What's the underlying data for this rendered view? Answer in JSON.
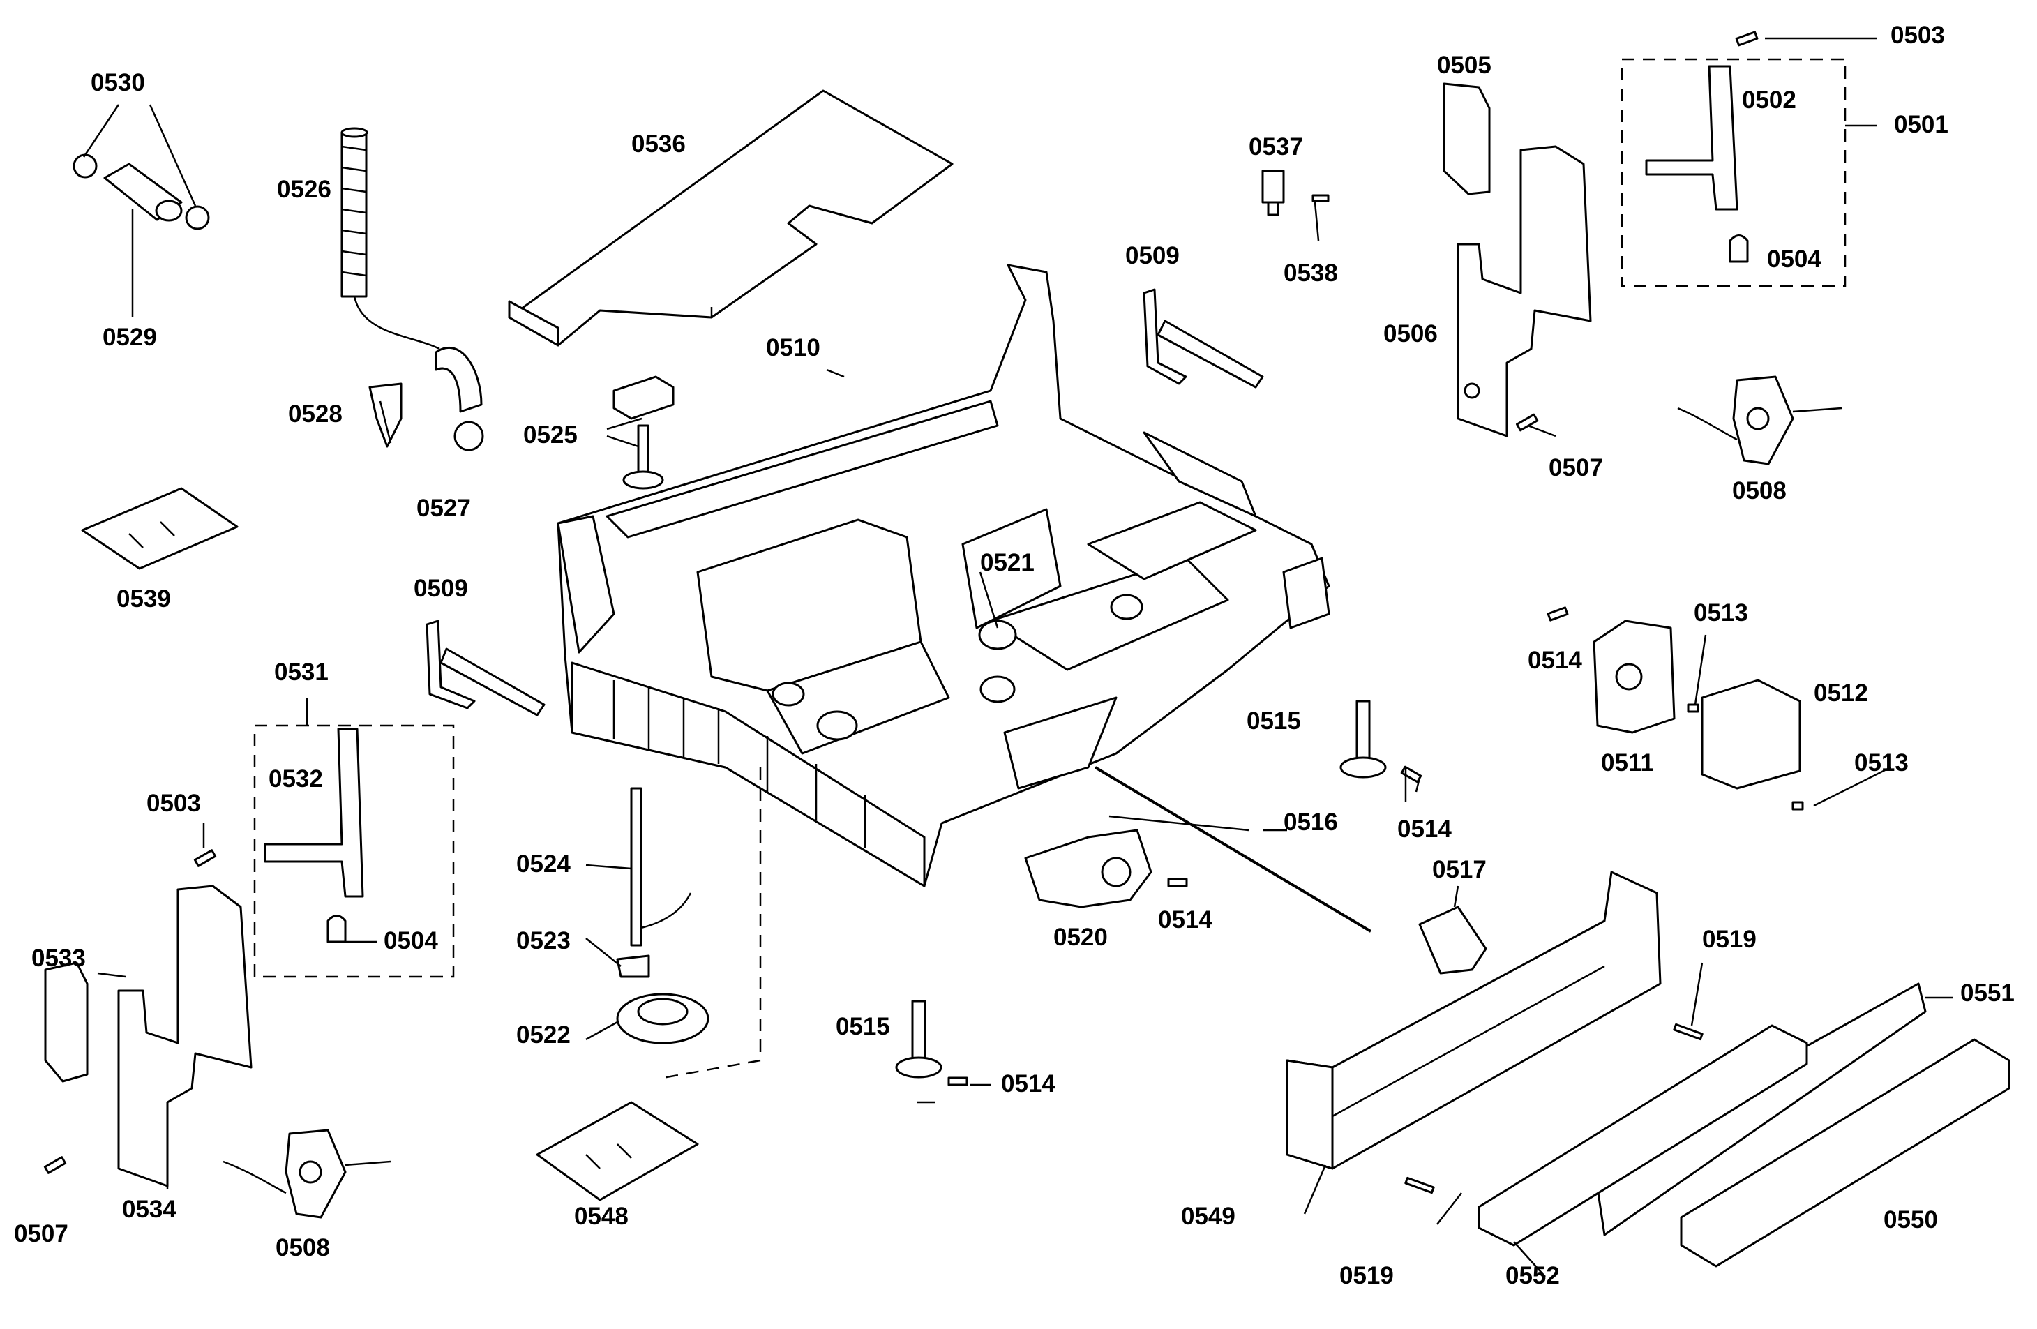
{
  "diagram": {
    "callouts": [
      {
        "id": "c0503a",
        "text": "0503"
      },
      {
        "id": "c0501",
        "text": "0501"
      },
      {
        "id": "c0502",
        "text": "0502"
      },
      {
        "id": "c0504a",
        "text": "0504"
      },
      {
        "id": "c0505",
        "text": "0505"
      },
      {
        "id": "c0506",
        "text": "0506"
      },
      {
        "id": "c0507a",
        "text": "0507"
      },
      {
        "id": "c0508a",
        "text": "0508"
      },
      {
        "id": "c0509a",
        "text": "0509"
      },
      {
        "id": "c0509b",
        "text": "0509"
      },
      {
        "id": "c0510",
        "text": "0510"
      },
      {
        "id": "c0511",
        "text": "0511"
      },
      {
        "id": "c0512",
        "text": "0512"
      },
      {
        "id": "c0513a",
        "text": "0513"
      },
      {
        "id": "c0513b",
        "text": "0513"
      },
      {
        "id": "c0514a",
        "text": "0514"
      },
      {
        "id": "c0514b",
        "text": "0514"
      },
      {
        "id": "c0514c",
        "text": "0514"
      },
      {
        "id": "c0514d",
        "text": "0514"
      },
      {
        "id": "c0515a",
        "text": "0515"
      },
      {
        "id": "c0515b",
        "text": "0515"
      },
      {
        "id": "c0516",
        "text": "0516"
      },
      {
        "id": "c0517",
        "text": "0517"
      },
      {
        "id": "c0519a",
        "text": "0519"
      },
      {
        "id": "c0519b",
        "text": "0519"
      },
      {
        "id": "c0520",
        "text": "0520"
      },
      {
        "id": "c0521",
        "text": "0521"
      },
      {
        "id": "c0522",
        "text": "0522"
      },
      {
        "id": "c0523",
        "text": "0523"
      },
      {
        "id": "c0524",
        "text": "0524"
      },
      {
        "id": "c0525",
        "text": "0525"
      },
      {
        "id": "c0526",
        "text": "0526"
      },
      {
        "id": "c0527",
        "text": "0527"
      },
      {
        "id": "c0528",
        "text": "0528"
      },
      {
        "id": "c0529",
        "text": "0529"
      },
      {
        "id": "c0530",
        "text": "0530"
      },
      {
        "id": "c0531",
        "text": "0531"
      },
      {
        "id": "c0532",
        "text": "0532"
      },
      {
        "id": "c0503b",
        "text": "0503"
      },
      {
        "id": "c0504b",
        "text": "0504"
      },
      {
        "id": "c0533",
        "text": "0533"
      },
      {
        "id": "c0534",
        "text": "0534"
      },
      {
        "id": "c0507b",
        "text": "0507"
      },
      {
        "id": "c0508b",
        "text": "0508"
      },
      {
        "id": "c0536",
        "text": "0536"
      },
      {
        "id": "c0537",
        "text": "0537"
      },
      {
        "id": "c0538",
        "text": "0538"
      },
      {
        "id": "c0539",
        "text": "0539"
      },
      {
        "id": "c0548",
        "text": "0548"
      },
      {
        "id": "c0549",
        "text": "0549"
      },
      {
        "id": "c0550",
        "text": "0550"
      },
      {
        "id": "c0551",
        "text": "0551"
      },
      {
        "id": "c0552",
        "text": "0552"
      }
    ]
  }
}
